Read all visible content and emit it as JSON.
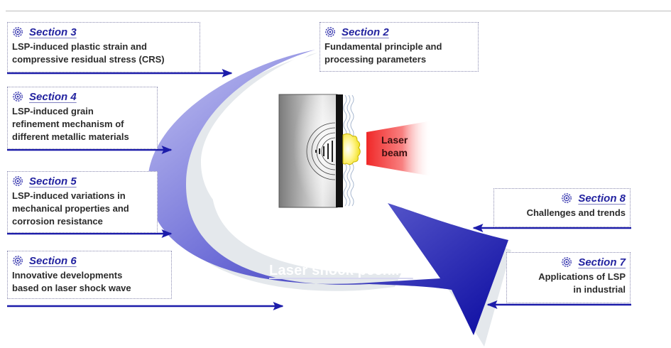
{
  "diagram": {
    "center_label": "Laser shock peening",
    "beam_label_line1": "Laser",
    "beam_label_line2": "beam",
    "colors": {
      "arrow_dark": "#1010a8",
      "arrow_light": "#b8b8ee",
      "connector": "#1c1caa",
      "section_title": "#2323a0",
      "laser": "#f03030"
    },
    "sections": [
      {
        "id": "section-2",
        "title": "Section 2",
        "icon": "gear-icon",
        "lines": [
          "Fundamental principle and",
          "processing parameters"
        ]
      },
      {
        "id": "section-3",
        "title": "Section 3",
        "icon": "gear-icon",
        "lines": [
          "LSP-induced plastic strain and",
          "compressive residual stress (CRS)"
        ]
      },
      {
        "id": "section-4",
        "title": "Section 4",
        "icon": "gear-icon",
        "lines": [
          "LSP-induced grain",
          "refinement mechanism of",
          "different metallic materials"
        ]
      },
      {
        "id": "section-5",
        "title": "Section 5",
        "icon": "gear-icon",
        "lines": [
          "LSP-induced variations in",
          "mechanical properties and",
          "corrosion resistance"
        ]
      },
      {
        "id": "section-6",
        "title": "Section 6",
        "icon": "gear-icon",
        "lines": [
          "Innovative developments",
          "based on laser shock wave"
        ]
      },
      {
        "id": "section-7",
        "title": "Section 7",
        "icon": "gear-icon",
        "lines": [
          "Applications of LSP",
          "in industrial"
        ]
      },
      {
        "id": "section-8",
        "title": "Section 8",
        "icon": "gear-icon",
        "lines": [
          "Challenges and trends"
        ]
      }
    ]
  }
}
